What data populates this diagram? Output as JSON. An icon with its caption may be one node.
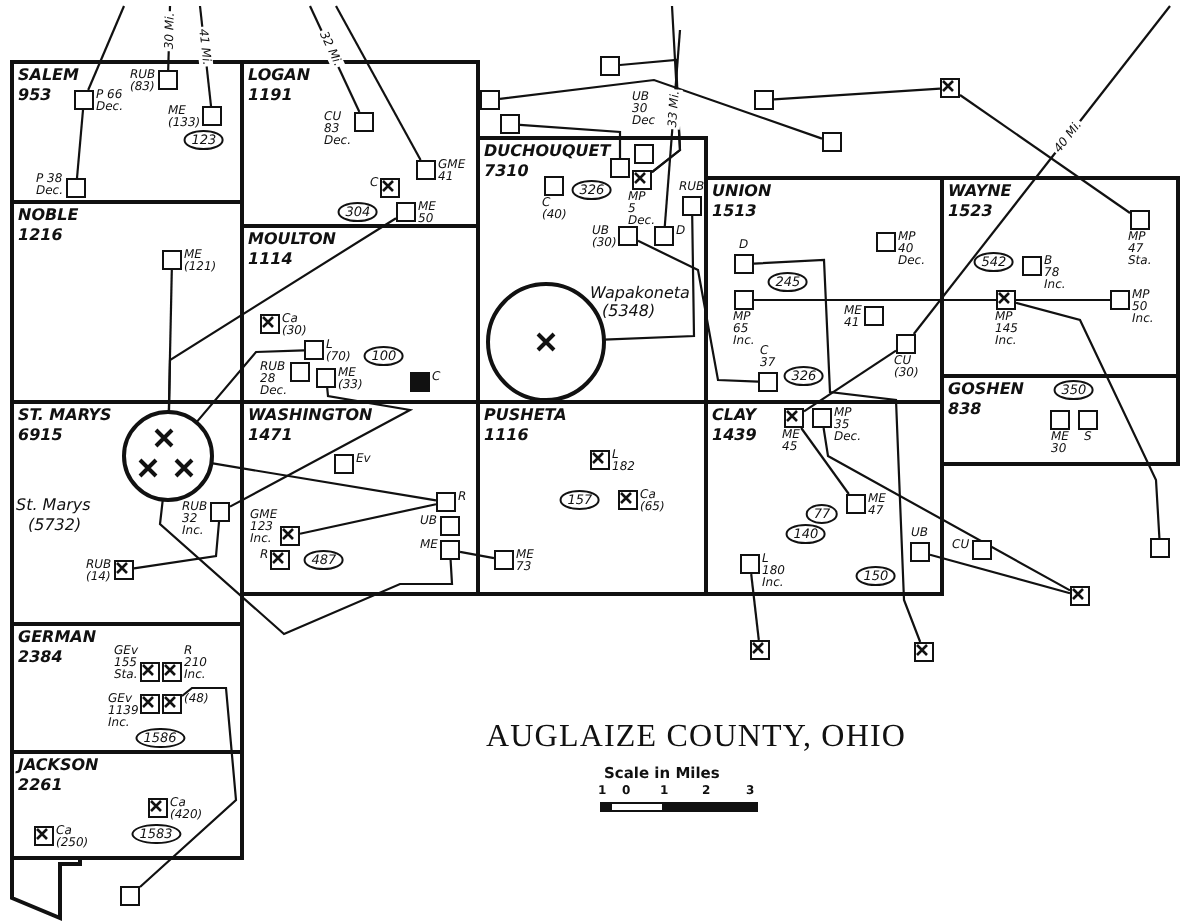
{
  "diagram": {
    "title": "AUGLAIZE COUNTY, OHIO",
    "nodes": [
      {
        "text": [
          "SALEM",
          "953"
        ]
      },
      {
        "text": [
          "LOGAN",
          "1191"
        ]
      },
      {
        "text": [
          "NOBLE",
          "1216"
        ]
      },
      {
        "text": [
          "MOULTON",
          "1114"
        ]
      },
      {
        "text": [
          "DUCHOUQUET",
          "7310"
        ]
      },
      {
        "text": [
          "UNION",
          "1513"
        ]
      },
      {
        "text": [
          "WAYNE",
          "1523"
        ]
      },
      {
        "text": [
          "GOSHEN",
          "838"
        ]
      },
      {
        "text": [
          "ST. MARYS",
          "6915"
        ]
      },
      {
        "text": [
          "WASHINGTON",
          "1471"
        ]
      },
      {
        "text": [
          "PUSHETA",
          "1116"
        ]
      },
      {
        "text": [
          "CLAY",
          "1439"
        ]
      },
      {
        "text": [
          "GERMAN",
          "2384"
        ]
      },
      {
        "text": [
          "JACKSON",
          "2261"
        ]
      },
      {
        "text": [
          "Wapakoneta",
          "(5348)"
        ],
        "in": 4
      },
      {
        "text": [
          "St. Marys",
          "(5732)"
        ],
        "in": 8
      },
      {
        "text": [],
        "shape": "box",
        "in": 0,
        "beside": [
          "P 66 Dec."
        ]
      },
      {
        "text": [],
        "shape": "box",
        "in": 0,
        "beside": [
          "P 38 Dec."
        ]
      },
      {
        "text": [],
        "shape": "box",
        "in": 0,
        "beside": [
          "RUB (83)"
        ]
      },
      {
        "text": [],
        "shape": "box",
        "in": 0,
        "beside": [
          "ME (133)"
        ]
      },
      {
        "text": [
          "123"
        ],
        "in": 0
      },
      {
        "text": [],
        "shape": "box",
        "in": 1,
        "beside": [
          "CU 83 Dec."
        ]
      },
      {
        "text": [],
        "shape": "box",
        "in": 1,
        "beside": [
          "GME 41"
        ]
      },
      {
        "text": [],
        "shape": "box",
        "in": 1,
        "beside": [
          "C"
        ]
      },
      {
        "text": [],
        "shape": "box",
        "in": 1,
        "beside": [
          "ME 50"
        ]
      },
      {
        "text": [
          "304"
        ],
        "in": 1
      },
      {
        "text": [],
        "shape": "box",
        "in": 2,
        "beside": [
          "ME (121)"
        ]
      },
      {
        "text": [],
        "shape": "box",
        "in": 3,
        "beside": [
          "Ca (30)"
        ]
      },
      {
        "text": [],
        "shape": "box",
        "in": 3,
        "beside": [
          "L (70)"
        ]
      },
      {
        "text": [],
        "shape": "box",
        "in": 3,
        "beside": [
          "RUB 28 Dec."
        ]
      },
      {
        "text": [],
        "shape": "box",
        "in": 3,
        "beside": [
          "ME (33)"
        ]
      },
      {
        "text": [
          "100"
        ],
        "in": 3
      },
      {
        "text": [],
        "shape": "box",
        "in": 3,
        "beside": [
          "C"
        ]
      },
      {
        "text": [],
        "shape": "box",
        "in": 4,
        "beside": [
          "C (40)"
        ]
      },
      {
        "text": [],
        "shape": "box",
        "in": 4
      },
      {
        "text": [],
        "shape": "box",
        "in": 4,
        "beside": [
          "UB 30 Dec"
        ]
      },
      {
        "text": [],
        "shape": "box",
        "in": 4,
        "beside": [
          "MP 5 Dec."
        ]
      },
      {
        "text": [
          "326"
        ],
        "in": 4
      },
      {
        "text": [],
        "shape": "box",
        "in": 4,
        "beside": [
          "RUB"
        ]
      },
      {
        "text": [],
        "shape": "box",
        "in": 4,
        "beside": [
          "UB (30)"
        ]
      },
      {
        "text": [],
        "shape": "box",
        "in": 4,
        "beside": [
          "D"
        ]
      },
      {
        "text": [],
        "shape": "box",
        "in": 5,
        "beside": [
          "D"
        ]
      },
      {
        "text": [],
        "shape": "box",
        "in": 5,
        "beside": [
          "MP 65 Inc."
        ]
      },
      {
        "text": [
          "245"
        ],
        "in": 5
      },
      {
        "text": [],
        "shape": "box",
        "in": 5,
        "beside": [
          "MP 40 Dec."
        ]
      },
      {
        "text": [],
        "shape": "box",
        "in": 5,
        "beside": [
          "ME 41"
        ]
      },
      {
        "text": [],
        "shape": "box",
        "in": 5,
        "beside": [
          "CU (30)"
        ]
      },
      {
        "text": [],
        "shape": "box",
        "in": 5,
        "beside": [
          "C 37"
        ]
      },
      {
        "text": [
          "326"
        ],
        "in": 5
      },
      {
        "text": [],
        "shape": "box",
        "in": 6,
        "beside": [
          "MP 47 Sta."
        ]
      },
      {
        "text": [
          "542"
        ],
        "in": 6
      },
      {
        "text": [],
        "shape": "box",
        "in": 6,
        "beside": [
          "B 78 Inc."
        ]
      },
      {
        "text": [],
        "shape": "box",
        "in": 6,
        "beside": [
          "MP 145 Inc."
        ]
      },
      {
        "text": [],
        "shape": "box",
        "in": 6,
        "beside": [
          "MP 50 Inc."
        ]
      },
      {
        "text": [
          "350"
        ],
        "in": 7
      },
      {
        "text": [],
        "shape": "box",
        "in": 7,
        "beside": [
          "ME 30"
        ]
      },
      {
        "text": [],
        "shape": "box",
        "in": 7,
        "beside": [
          "S"
        ]
      },
      {
        "text": [],
        "shape": "box",
        "in": 8,
        "beside": [
          "RUB 32 Inc."
        ]
      },
      {
        "text": [],
        "shape": "box",
        "in": 8,
        "beside": [
          "RUB (14)"
        ]
      },
      {
        "text": [],
        "shape": "box",
        "in": 9,
        "beside": [
          "Ev"
        ]
      },
      {
        "text": [],
        "shape": "box",
        "in": 9,
        "beside": [
          "R"
        ]
      },
      {
        "text": [],
        "shape": "box",
        "in": 9,
        "beside": [
          "UB"
        ]
      },
      {
        "text": [],
        "shape": "box",
        "in": 9,
        "beside": [
          "ME"
        ]
      },
      {
        "text": [],
        "shape": "box",
        "in": 9,
        "beside": [
          "GME 123 Inc."
        ]
      },
      {
        "text": [],
        "shape": "box",
        "in": 9,
        "beside": [
          "R"
        ]
      },
      {
        "text": [
          "487"
        ],
        "in": 9
      },
      {
        "text": [],
        "shape": "box",
        "in": 10,
        "beside": [
          "L 182"
        ]
      },
      {
        "text": [
          "157"
        ],
        "in": 10
      },
      {
        "text": [],
        "shape": "box",
        "in": 10,
        "beside": [
          "Ca (65)"
        ]
      },
      {
        "text": [],
        "shape": "box",
        "in": 10,
        "beside": [
          "ME 73"
        ]
      },
      {
        "text": [],
        "shape": "box",
        "in": 11,
        "beside": [
          "ME 45"
        ]
      },
      {
        "text": [],
        "shape": "box",
        "in": 11,
        "beside": [
          "MP 35 Dec."
        ]
      },
      {
        "text": [
          "77"
        ],
        "in": 11
      },
      {
        "text": [],
        "shape": "box",
        "in": 11,
        "beside": [
          "ME 47"
        ]
      },
      {
        "text": [
          "140"
        ],
        "in": 11
      },
      {
        "text": [],
        "shape": "box",
        "in": 11,
        "beside": [
          "L 180 Inc."
        ]
      },
      {
        "text": [],
        "shape": "box",
        "in": 11,
        "beside": [
          "UB"
        ]
      },
      {
        "text": [],
        "shape": "box",
        "beside": [
          "CU"
        ]
      },
      {
        "text": [
          "150"
        ],
        "in": 11
      },
      {
        "text": [],
        "shape": "box",
        "in": 12,
        "beside": [
          "GEv 155 Sta."
        ]
      },
      {
        "text": [],
        "shape": "box",
        "in": 12,
        "beside": [
          "R 210 Inc."
        ]
      },
      {
        "text": [],
        "shape": "box",
        "in": 12,
        "beside": [
          "GEv 1139 Inc."
        ]
      },
      {
        "text": [],
        "shape": "box",
        "in": 12,
        "beside": [
          "(48)"
        ]
      },
      {
        "text": [
          "1586"
        ],
        "in": 12
      },
      {
        "text": [],
        "shape": "box",
        "in": 13,
        "beside": [
          "Ca (420)"
        ]
      },
      {
        "text": [
          "1583"
        ],
        "in": 13
      },
      {
        "text": [],
        "shape": "box",
        "in": 13,
        "beside": [
          "Ca (250)"
        ]
      },
      {
        "text": [],
        "shape": "box"
      },
      {
        "text": [],
        "shape": "box"
      },
      {
        "text": [],
        "shape": "box"
      },
      {
        "text": [],
        "shape": "box"
      },
      {
        "text": [],
        "shape": "box"
      },
      {
        "text": [],
        "shape": "box"
      },
      {
        "text": [],
        "shape": "box"
      },
      {
        "text": [],
        "shape": "box"
      },
      {
        "text": [],
        "shape": "box"
      },
      {
        "text": [],
        "shape": "box"
      },
      {
        "text": [],
        "shape": "box"
      }
    ],
    "edges": [
      {
        "from": null,
        "to": 16,
        "arrow": "none"
      },
      {
        "from": 16,
        "to": 17,
        "arrow": "none"
      },
      {
        "from": null,
        "to": 18,
        "arrow": "none",
        "label": "30 Mi."
      },
      {
        "from": null,
        "to": 19,
        "arrow": "none",
        "label": "41 Mi."
      },
      {
        "from": null,
        "to": 21,
        "arrow": "none",
        "label": "32 Mi."
      },
      {
        "from": null,
        "to": 22,
        "arrow": "none"
      },
      {
        "from": 26,
        "to": 15,
        "arrow": "none"
      },
      {
        "from": 24,
        "to": 15,
        "arrow": "none"
      },
      {
        "from": 28,
        "to": 15,
        "arrow": "none"
      },
      {
        "from": 30,
        "to": 57,
        "arrow": "none"
      },
      {
        "from": 58,
        "to": 57,
        "arrow": "none"
      },
      {
        "from": 15,
        "to": 60,
        "arrow": "none"
      },
      {
        "from": 15,
        "to": 62,
        "arrow": "none"
      },
      {
        "from": 63,
        "to": 60,
        "arrow": "none"
      },
      {
        "from": 82,
        "to": 87,
        "arrow": "none"
      },
      {
        "from": 14,
        "to": 38,
        "arrow": "none"
      },
      {
        "from": null,
        "to": 40,
        "arrow": "none",
        "label": "33 Mi."
      },
      {
        "from": 39,
        "to": 47,
        "arrow": "none"
      },
      {
        "from": null,
        "to": 36,
        "arrow": "none"
      },
      {
        "from": 88,
        "to": 36,
        "arrow": "none"
      },
      {
        "from": 89,
        "to": 92,
        "arrow": "none"
      },
      {
        "from": 90,
        "to": 34,
        "arrow": "none"
      },
      {
        "from": 91,
        "to": 93,
        "arrow": "none"
      },
      {
        "from": 93,
        "to": 49,
        "arrow": "none"
      },
      {
        "from": 41,
        "to": 95,
        "arrow": "none"
      },
      {
        "from": 42,
        "to": 52,
        "arrow": "none"
      },
      {
        "from": 52,
        "to": 53,
        "arrow": "none"
      },
      {
        "from": null,
        "to": 46,
        "arrow": "none",
        "label": "40 Mi."
      },
      {
        "from": 46,
        "to": 70,
        "arrow": "none"
      },
      {
        "from": 70,
        "to": 73,
        "arrow": "none"
      },
      {
        "from": 71,
        "to": 97,
        "arrow": "none"
      },
      {
        "from": 75,
        "to": 94,
        "arrow": "none"
      },
      {
        "from": 76,
        "to": 97,
        "arrow": "none"
      },
      {
        "from": 52,
        "to": 96,
        "arrow": "none"
      },
      {
        "from": 62,
        "to": 69,
        "arrow": "none"
      }
    ],
    "labels": [
      "Scale in Miles",
      "1",
      "0",
      "1",
      "2",
      "3"
    ]
  }
}
